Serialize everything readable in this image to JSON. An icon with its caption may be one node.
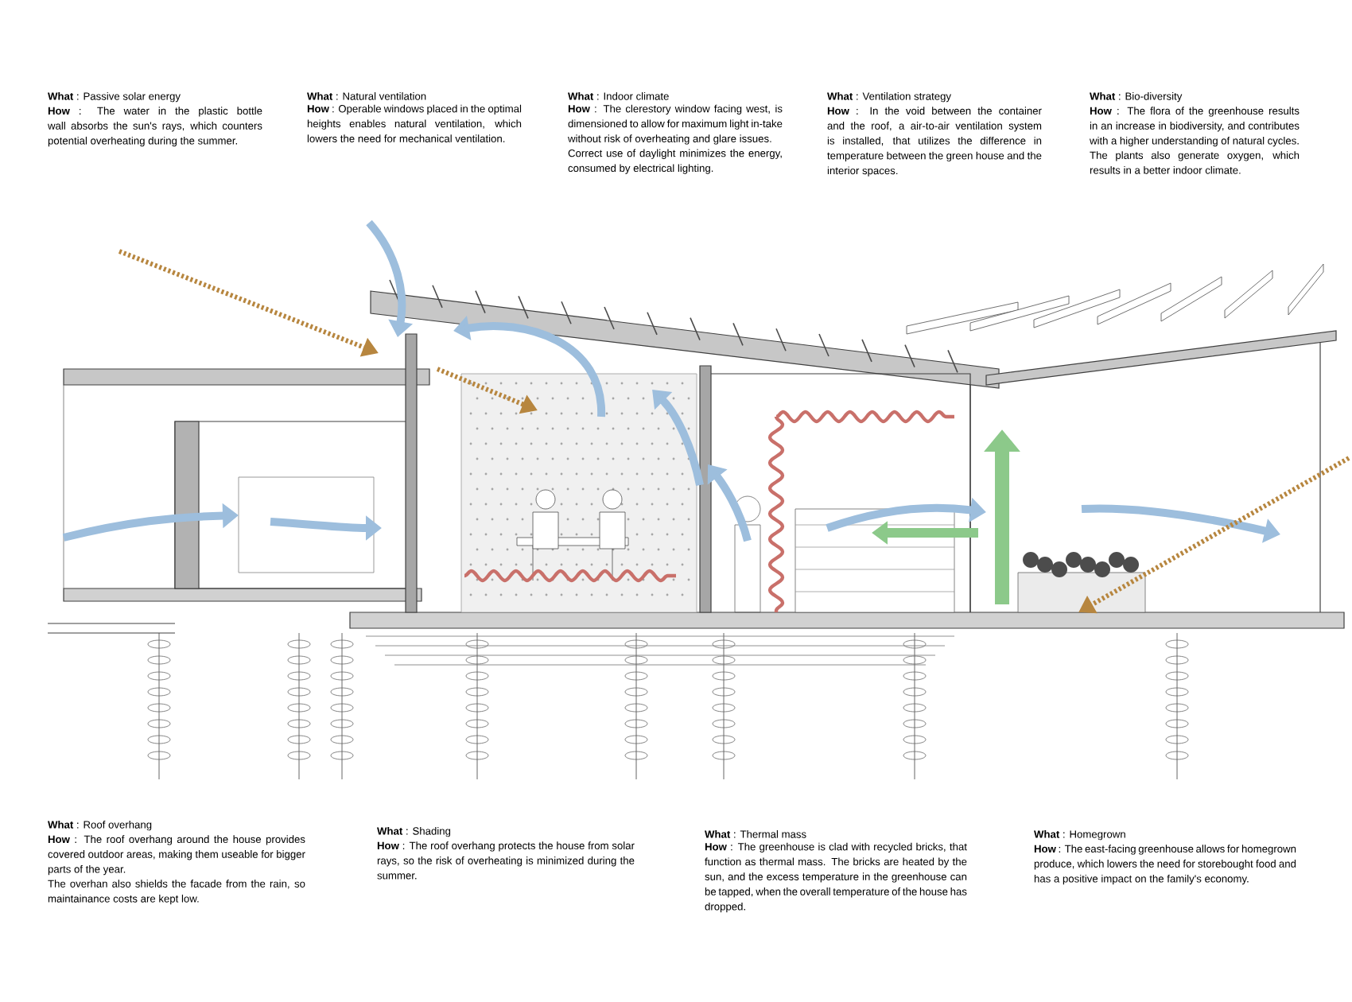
{
  "diagram": {
    "labels": [
      "**What** : Passive solar energy",
      "**How** : The water in the plastic bottle wall absorbs the sun's rays, which counters potential overheating during the summer.",
      "**What** : Natural ventilation",
      "**How** : Operable windows placed in the optimal heights enables natural ventilation, which lowers the need for mechanical ventilation.",
      "**What** : Indoor climate",
      "**How** : The clerestory window facing west, is dimensioned to allow for maximum light in-take without risk of overheating and glare issues.",
      "Correct use of daylight minimizes the energy, consumed by electrical lighting.",
      "**What** : Ventilation strategy",
      "**How** : In the void between the container and the roof, a air-to-air ventilation system is installed, that utilizes the difference in temperature between the green house and the interior spaces.",
      "**What** : Bio-diversity",
      "**How** : The flora of the greenhouse results in an increase in biodiversity, and contributes with a higher understanding of natural cycles.",
      "The plants also generate oxygen, which results in a better indoor climate.",
      "**What** : Roof overhang",
      "**How** : The roof overhang around the house provides covered outdoor areas, making them useable for bigger parts of the year.",
      "The overhan also shields the facade from the rain, so maintainance costs are kept low.",
      "**What** : Shading",
      "**How** : The roof overhang protects the house from solar rays, so the risk of overheating is minimized during the summer.",
      "**What** : Thermal mass",
      "**How** : The greenhouse is clad with recycled bricks, that function as thermal mass. The bricks are heated by the sun, and the excess temperature in the greenhouse can be tapped, when the overall temperature of the house has dropped.",
      "**What** : Homegrown",
      "**How** : The east-facing greenhouse allows for homegrown produce, which lowers the need for storebought food and has a positive impact on the family's economy."
    ]
  }
}
